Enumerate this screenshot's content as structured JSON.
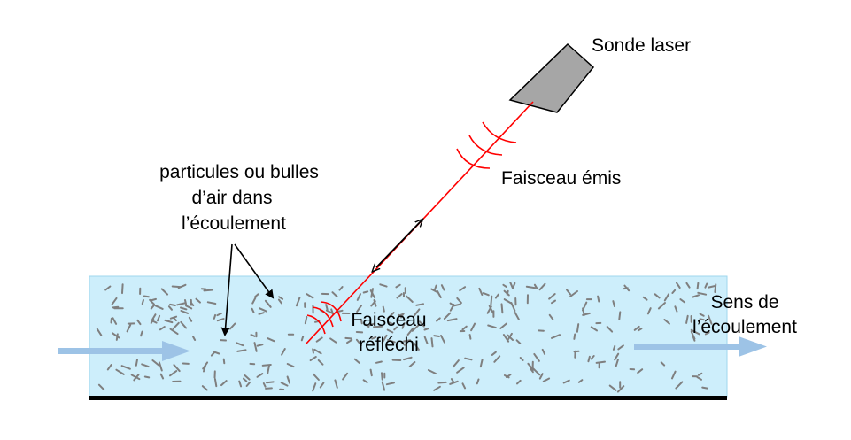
{
  "labels": {
    "probe": "Sonde laser",
    "emitted": "Faisceau émis",
    "particles": [
      "particules ou bulles",
      "d’air dans",
      "l’écoulement"
    ],
    "reflected": [
      "Faisceau",
      "réfléchi"
    ],
    "flow_direction": [
      "Sens de",
      "l’écoulement"
    ]
  },
  "colors": {
    "flow_background": "#cdeefb",
    "flow_border": "#9fd7ee",
    "pipe_wall": "#000000",
    "laser_beam": "#ff0000",
    "probe_fill": "#a6a6a6",
    "particle": "#7f7f7f",
    "flow_arrow": "#9dc3e6"
  },
  "icons": {
    "probe": "laser-probe-icon",
    "wave": "wave-arc-icon",
    "arrow": "double-headed-arrow-icon"
  }
}
